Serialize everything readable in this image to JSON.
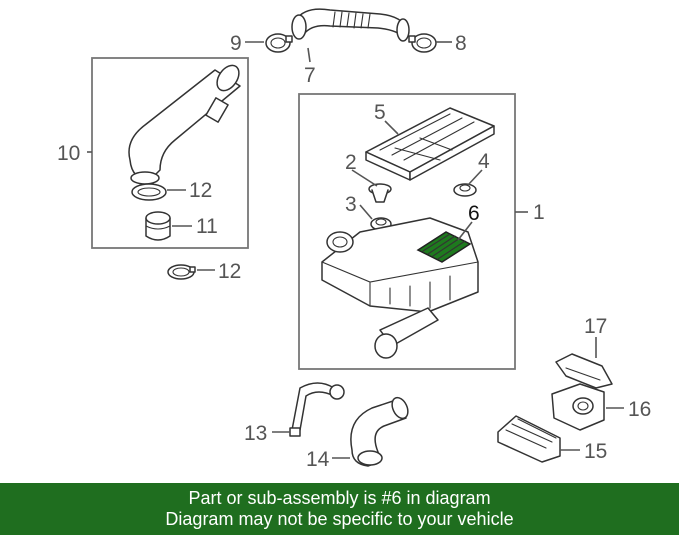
{
  "callouts": {
    "c1": "1",
    "c2": "2",
    "c3": "3",
    "c4": "4",
    "c5": "5",
    "c6": "6",
    "c7": "7",
    "c8": "8",
    "c9": "9",
    "c10": "10",
    "c11": "11",
    "c12a": "12",
    "c12b": "12",
    "c13": "13",
    "c14": "14",
    "c15": "15",
    "c16": "16",
    "c17": "17"
  },
  "banner": {
    "line1": "Part or sub-assembly is #6 in diagram",
    "line2": "Diagram may not be specific to your vehicle"
  },
  "colors": {
    "banner_bg": "#1f6e1f",
    "highlight_part": "#1e7a1e",
    "line_art": "#333333"
  }
}
